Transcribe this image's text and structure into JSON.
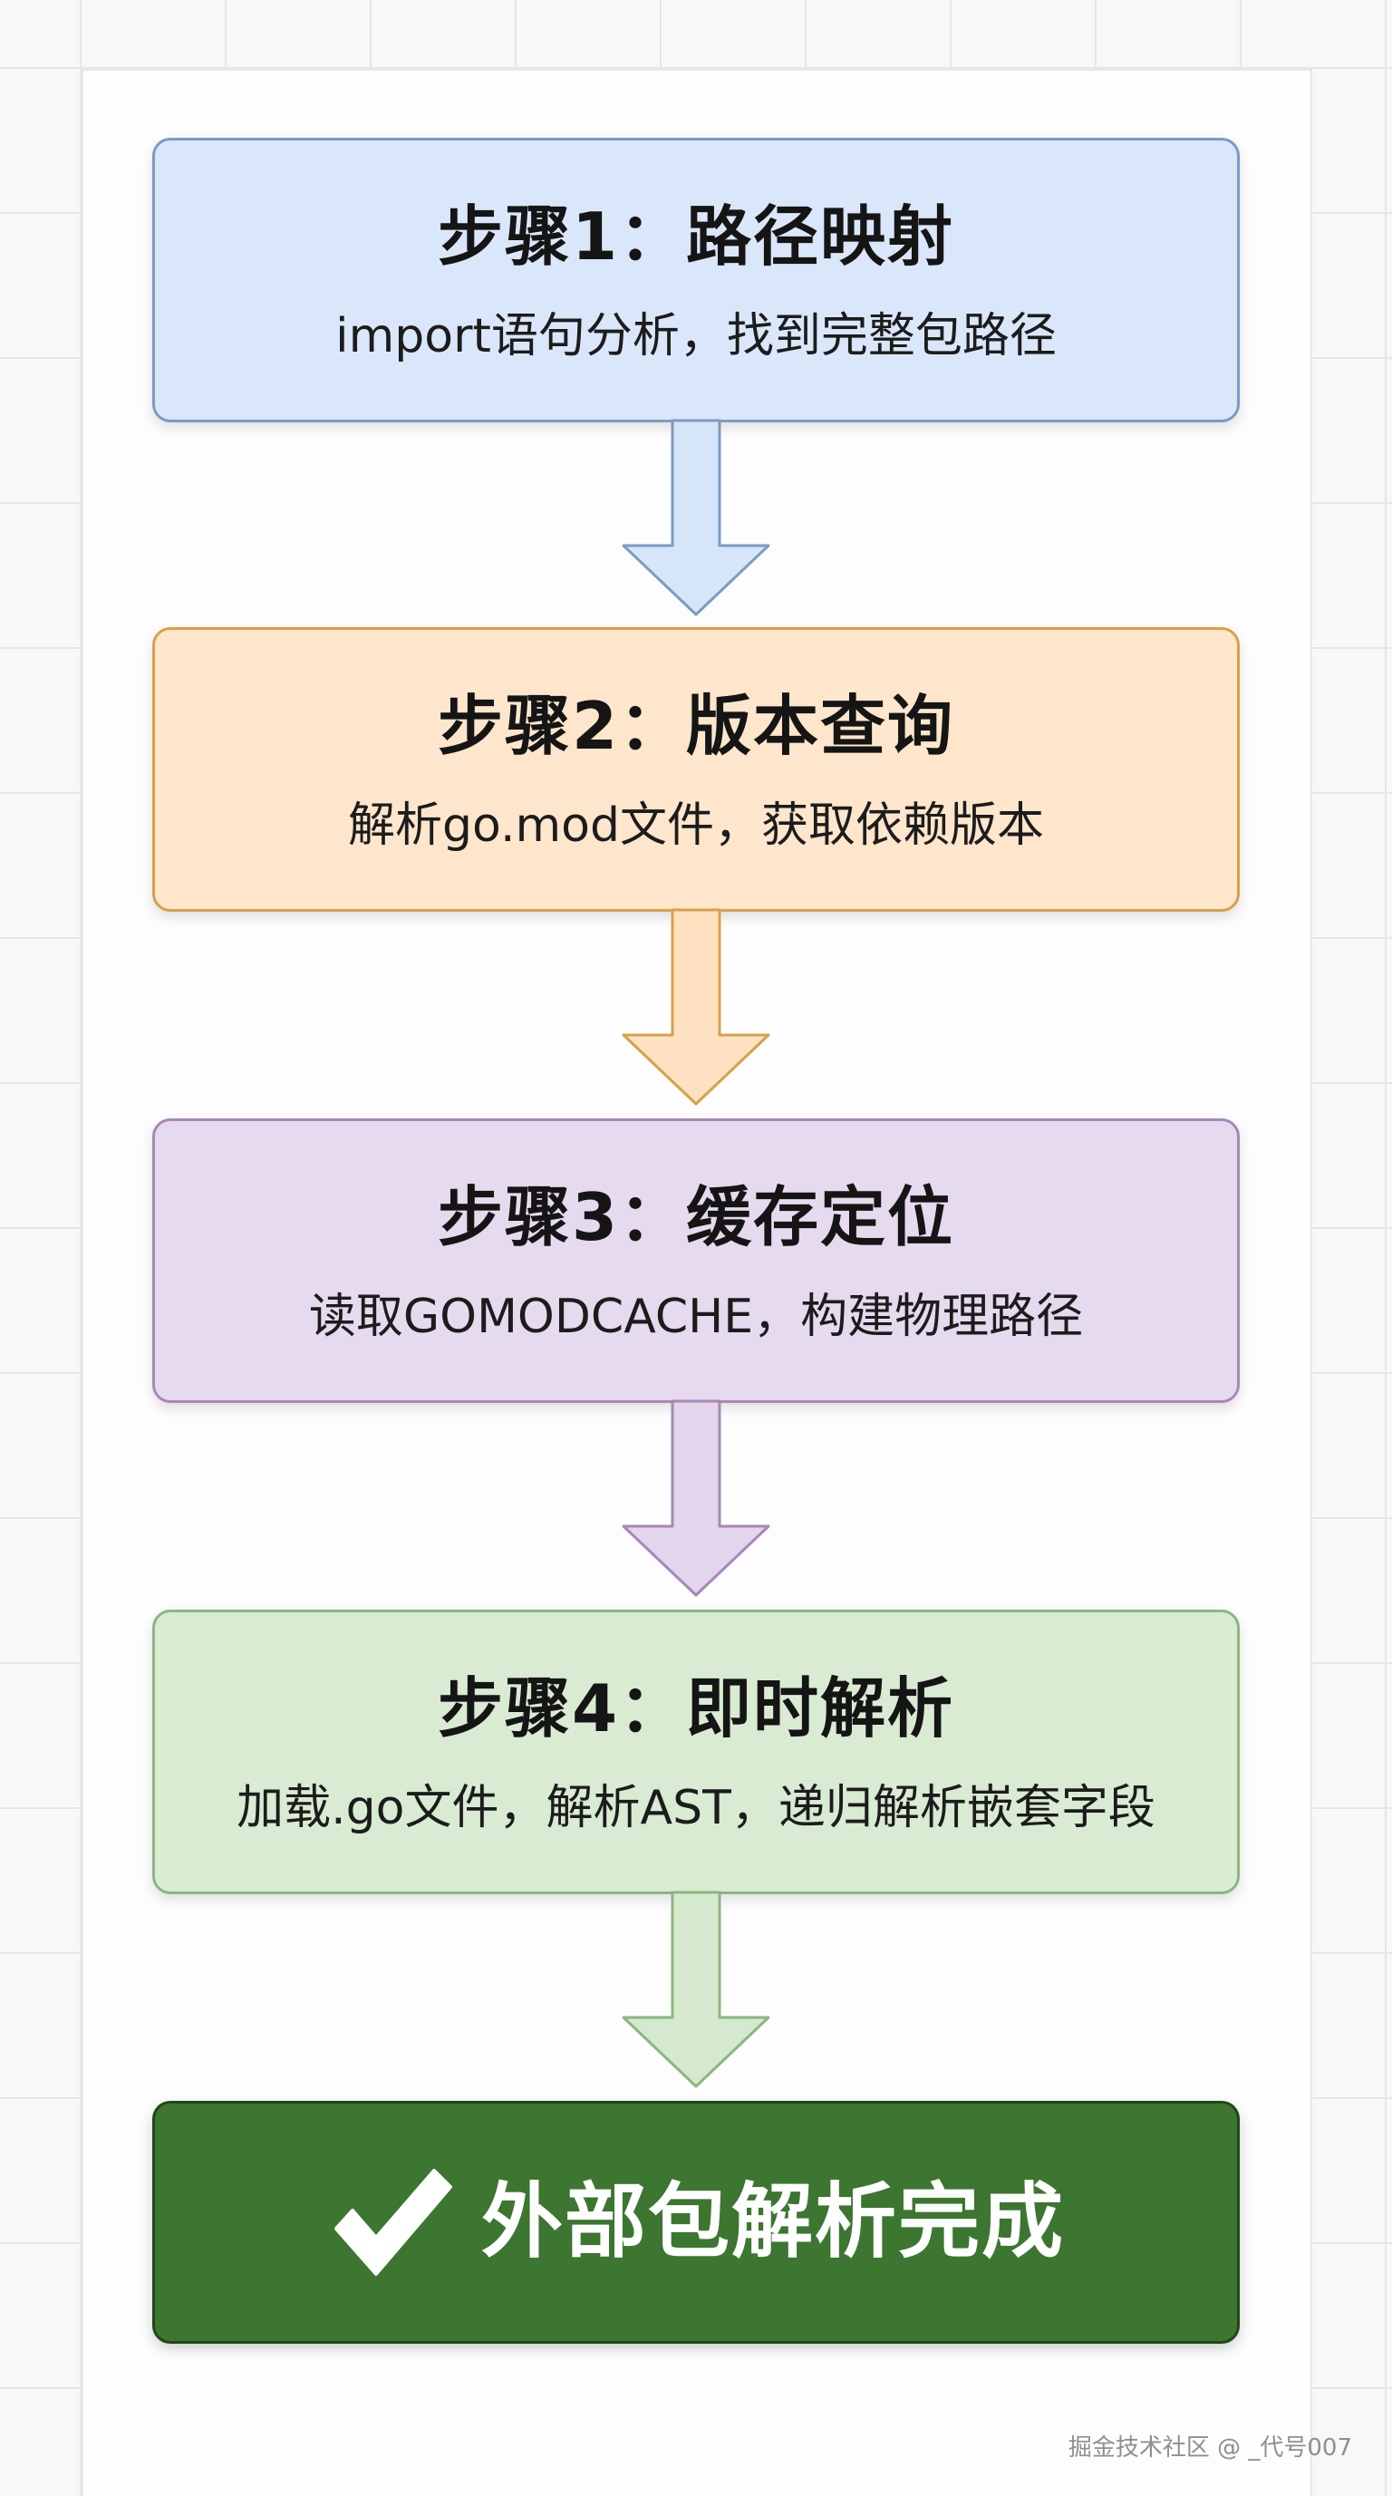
{
  "steps": [
    {
      "title": "步骤1：路径映射",
      "description": "import语句分析，找到完整包路径",
      "fill": "#dae7fa",
      "border": "#7c9ac4"
    },
    {
      "title": "步骤2：版本查询",
      "description": "解析go.mod文件，获取依赖版本",
      "fill": "#fde6cc",
      "border": "#d6a14a"
    },
    {
      "title": "步骤3：缓存定位",
      "description": "读取GOMODCACHE，构建物理路径",
      "fill": "#e6daee",
      "border": "#a888b6"
    },
    {
      "title": "步骤4：即时解析",
      "description": "加载.go文件，解析AST，递归解析嵌套字段",
      "fill": "#d9ebd3",
      "border": "#8cb67f"
    }
  ],
  "arrows": [
    {
      "fill": "#d7e5f8",
      "stroke": "#7c9ac4"
    },
    {
      "fill": "#fde1c1",
      "stroke": "#d6a14a"
    },
    {
      "fill": "#e2d5ec",
      "stroke": "#a888b6"
    },
    {
      "fill": "#d4e9cd",
      "stroke": "#8cb67f"
    }
  ],
  "final": {
    "label": "外部包解析完成",
    "icon": "checkmark-icon",
    "fill": "#3c7631",
    "border": "#1f4718"
  },
  "watermark": "掘金技术社区 @ _代号007"
}
